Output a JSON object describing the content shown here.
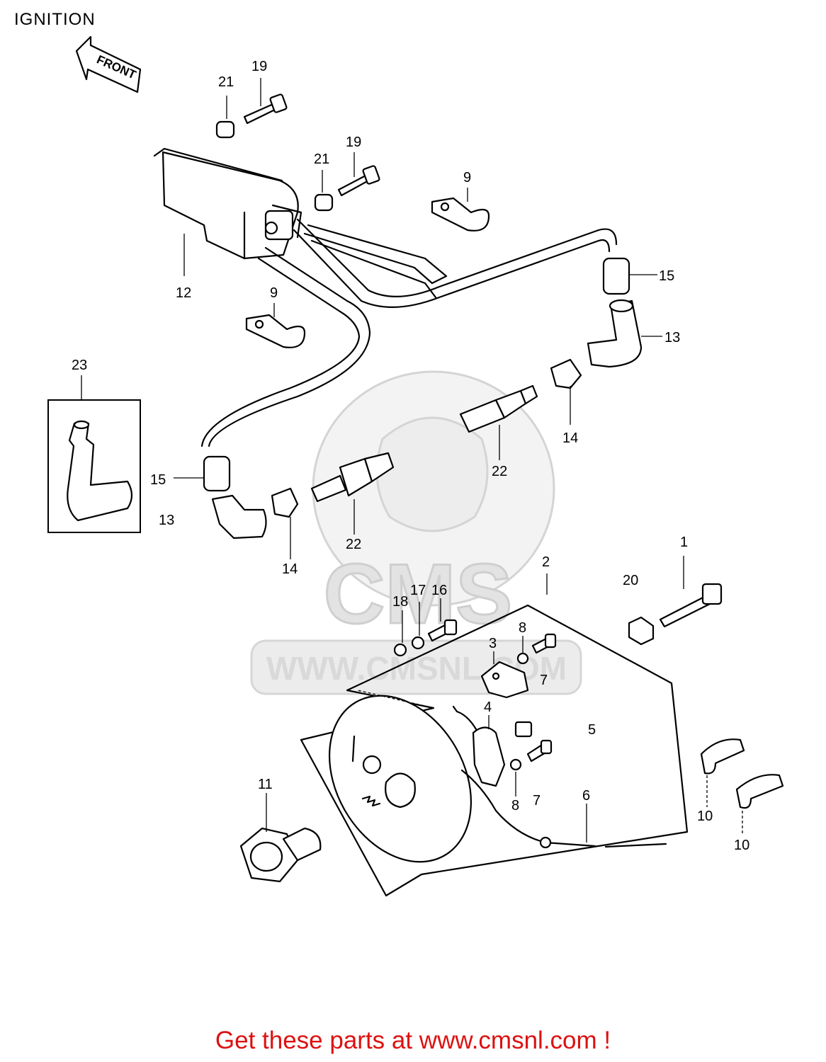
{
  "title": "IGNITION",
  "footer": "Get these parts at www.cmsnl.com !",
  "front_arrow": "FRONT",
  "watermark": {
    "logo": "CMS",
    "url": "WWW.CMSNL.COM"
  },
  "callouts": {
    "c1": "1",
    "c2": "2",
    "c3": "3",
    "c4": "4",
    "c5": "5",
    "c6": "6",
    "c7a": "7",
    "c7b": "7",
    "c8a": "8",
    "c8b": "8",
    "c9a": "9",
    "c9b": "9",
    "c10a": "10",
    "c10b": "10",
    "c11": "11",
    "c12": "12",
    "c13a": "13",
    "c13b": "13",
    "c14a": "14",
    "c14b": "14",
    "c15a": "15",
    "c15b": "15",
    "c16": "16",
    "c17": "17",
    "c18": "18",
    "c19a": "19",
    "c19b": "19",
    "c20": "20",
    "c21a": "21",
    "c21b": "21",
    "c22a": "22",
    "c22b": "22",
    "c23": "23"
  },
  "colors": {
    "footer": "#dd1111",
    "line": "#000000",
    "watermark": "#e0e0e0"
  }
}
